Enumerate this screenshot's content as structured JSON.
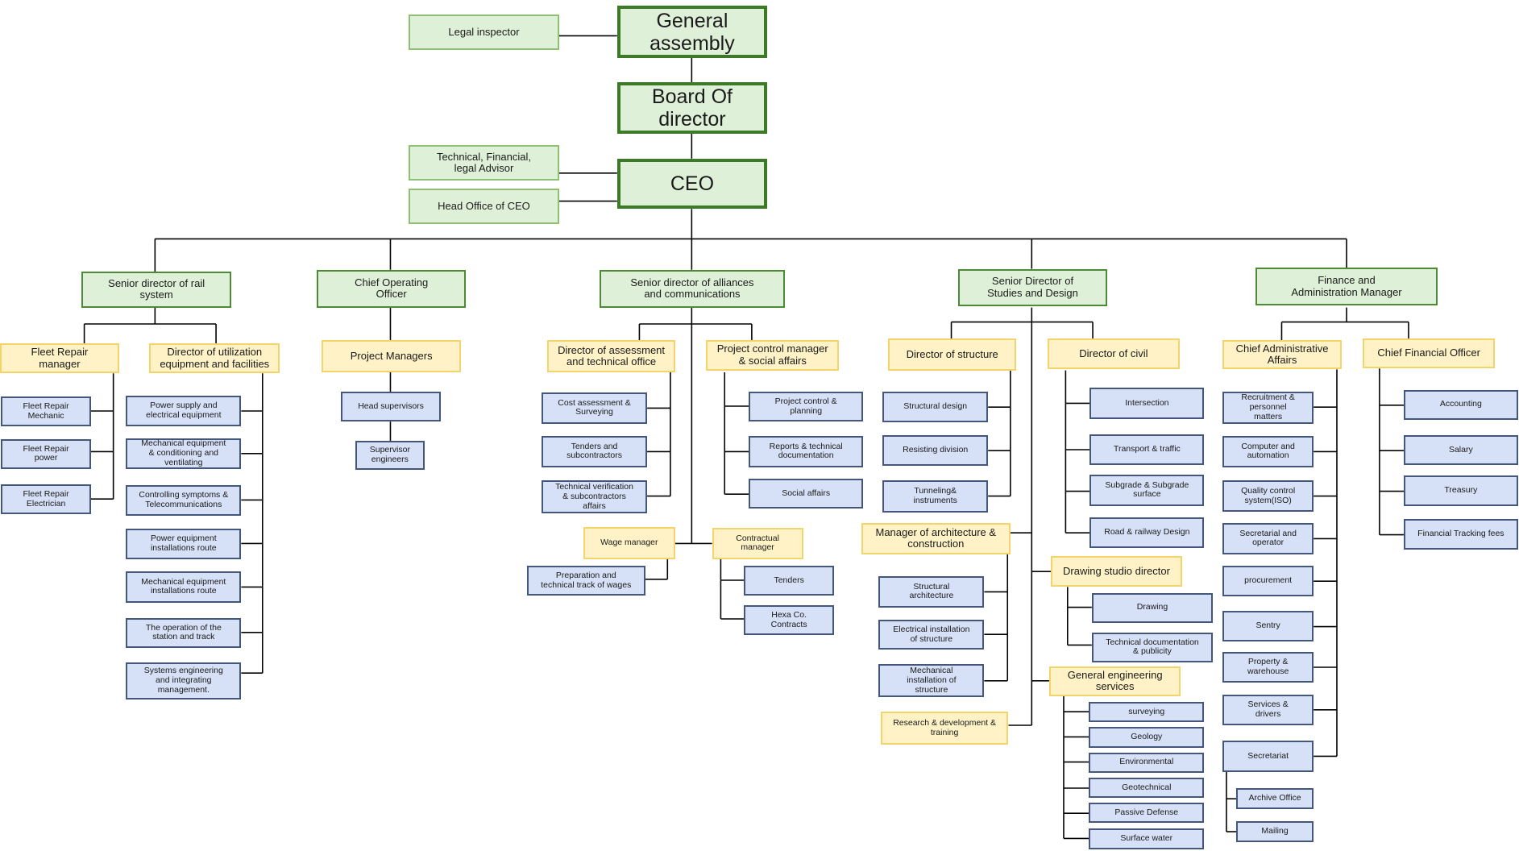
{
  "colors": {
    "top_fill": "#dff0d8",
    "top_border": "#3b7a26",
    "manager_fill": "#fff2c6",
    "manager_border": "#f3d46a",
    "unit_fill": "#d6e0f7",
    "unit_border": "#44577a",
    "connector": "#000000"
  },
  "top": {
    "general_assembly": "General\nassembly",
    "board_of_director": "Board Of\ndirector",
    "ceo": "CEO",
    "legal_inspector": "Legal inspector",
    "technical_advisor": "Technical, Financial,\nlegal Advisor",
    "head_office": "Head Office of CEO"
  },
  "divisions": {
    "rail": {
      "title": "Senior director of rail\nsystem",
      "fleet_repair_manager": "Fleet Repair\nmanager",
      "fleet_units": [
        "Fleet Repair\nMechanic",
        "Fleet Repair\npower",
        "Fleet Repair\nElectrician"
      ],
      "utilization_director": "Director of utilization\nequipment and facilities",
      "utilization_units": [
        "Power supply and\nelectrical equipment",
        "Mechanical equipment\n& conditioning and\nventilating",
        "Controlling symptoms &\nTelecommunications",
        "Power equipment\ninstallations route",
        "Mechanical equipment\ninstallations route",
        "The operation of the\nstation and track",
        "Systems engineering\nand integrating\nmanagement."
      ]
    },
    "coo": {
      "title": "Chief Operating\nOfficer",
      "project_managers": "Project Managers",
      "head_supervisors": "Head supervisors",
      "supervisor_engineers": "Supervisor\nengineers"
    },
    "alliances": {
      "title": "Senior director of alliances\nand communications",
      "assessment_director": "Director of assessment\nand technical office",
      "assessment_units": [
        "Cost assessment &\nSurveying",
        "Tenders and\nsubcontractors",
        "Technical verification\n& subcontractors\naffairs"
      ],
      "project_control_manager": "Project control manager\n& social affairs",
      "project_control_units": [
        "Project control &\nplanning",
        "Reports & technical\ndocumentation",
        "Social affairs"
      ],
      "wage_manager": "Wage manager",
      "wage_units": [
        "Preparation and\ntechnical track of wages"
      ],
      "contractual_manager": "Contractual\nmanager",
      "contractual_units": [
        "Tenders",
        "Hexa Co.\nContracts"
      ]
    },
    "studies": {
      "title": "Senior Director of\nStudies and Design",
      "structure_director": "Director of structure",
      "structure_units": [
        "Structural design",
        "Resisting division",
        "Tunneling&\ninstruments"
      ],
      "architecture_manager": "Manager of architecture &\nconstruction",
      "architecture_units": [
        "Structural\narchitecture",
        "Electrical installation\nof structure",
        "Mechanical\ninstallation of\nstructure"
      ],
      "research": "Research & development &\ntraining",
      "civil_director": "Director of civil",
      "civil_units": [
        "Intersection",
        "Transport & traffic",
        "Subgrade & Subgrade\nsurface",
        "Road & railway Design"
      ],
      "drawing_director": "Drawing studio director",
      "drawing_units": [
        "Drawing",
        "Technical documentation\n& publicity"
      ],
      "general_engineering": "General engineering\nservices",
      "general_units": [
        "surveying",
        "Geology",
        "Environmental",
        "Geotechnical",
        "Passive Defense",
        "Surface water"
      ]
    },
    "finance": {
      "title": "Finance and\nAdministration Manager",
      "cao": "Chief Administrative\nAffairs",
      "cao_units": [
        "Recruitment &\npersonnel\nmatters",
        "Computer and\nautomation",
        "Quality control\nsystem(ISO)",
        "Secretarial and\noperator",
        "procurement",
        "Sentry",
        "Property &\nwarehouse",
        "Services &\ndrivers",
        "Secretariat"
      ],
      "secretariat_units": [
        "Archive Office",
        "Mailing"
      ],
      "cfo": "Chief Financial Officer",
      "cfo_units": [
        "Accounting",
        "Salary",
        "Treasury",
        "Financial Tracking fees"
      ]
    }
  }
}
